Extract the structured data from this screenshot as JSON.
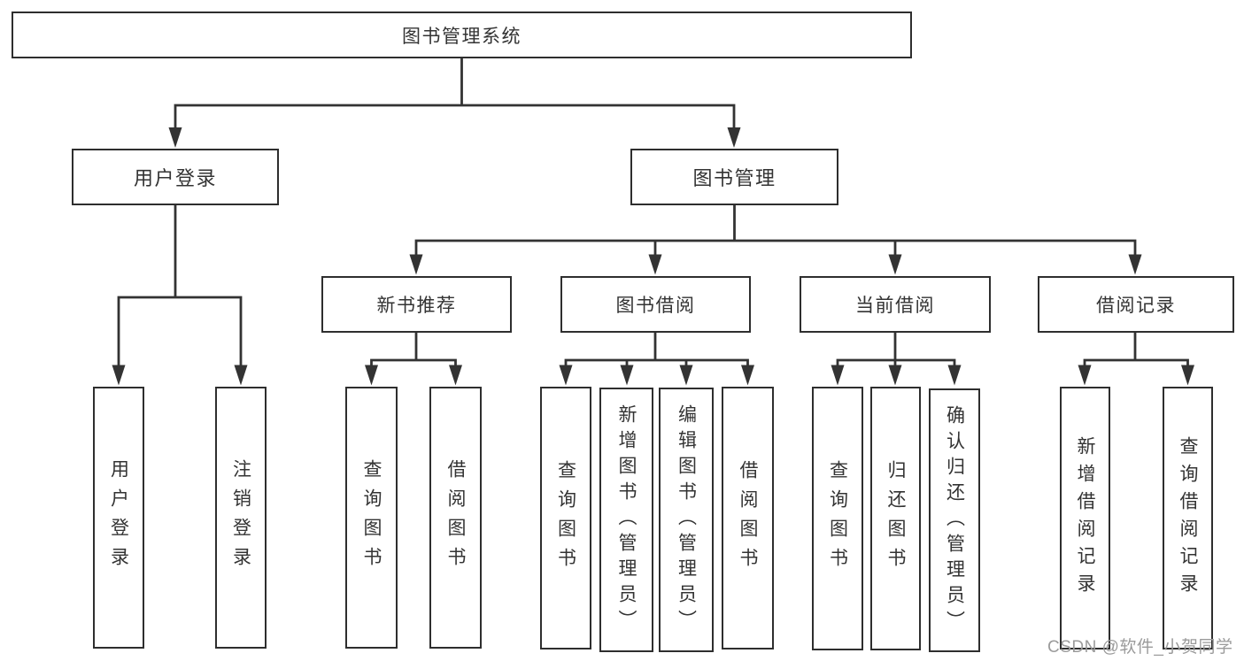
{
  "diagram": {
    "root": {
      "label": "图书管理系统"
    },
    "level2": [
      {
        "label": "用户登录"
      },
      {
        "label": "图书管理"
      }
    ],
    "level3": [
      {
        "label": "新书推荐",
        "parent": "图书管理"
      },
      {
        "label": "图书借阅",
        "parent": "图书管理"
      },
      {
        "label": "当前借阅",
        "parent": "图书管理"
      },
      {
        "label": "借阅记录",
        "parent": "图书管理"
      }
    ],
    "leaves": [
      {
        "label": "用户登录",
        "parent": "用户登录"
      },
      {
        "label": "注销登录",
        "parent": "用户登录"
      },
      {
        "label": "查询图书",
        "parent": "新书推荐"
      },
      {
        "label": "借阅图书",
        "parent": "新书推荐"
      },
      {
        "label": "查询图书",
        "parent": "图书借阅"
      },
      {
        "label": "新增图书（管理员）",
        "parent": "图书借阅"
      },
      {
        "label": "编辑图书（管理员）",
        "parent": "图书借阅"
      },
      {
        "label": "借阅图书",
        "parent": "图书借阅"
      },
      {
        "label": "查询图书",
        "parent": "当前借阅"
      },
      {
        "label": "归还图书",
        "parent": "当前借阅"
      },
      {
        "label": "确认归还（管理员）",
        "parent": "当前借阅"
      },
      {
        "label": "新增借阅记录",
        "parent": "借阅记录"
      },
      {
        "label": "查询借阅记录",
        "parent": "借阅记录"
      }
    ]
  },
  "watermark": {
    "text": "CSDN @软件_小贺同学"
  },
  "colors": {
    "line": "#333333",
    "box_border": "#2e2e2e",
    "box_background": "#ffffff",
    "text": "#333333",
    "watermark": "#9b9b9b"
  }
}
